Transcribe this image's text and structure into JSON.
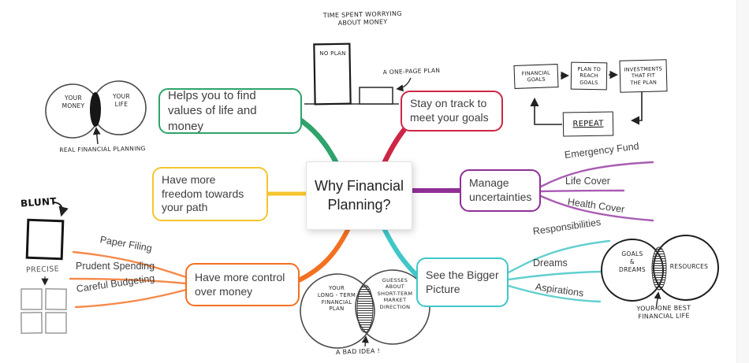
{
  "palette": {
    "green": "#2ea36b",
    "red": "#cd2646",
    "yellow": "#f6c52f",
    "purple": "#8f2f96",
    "orange": "#f37021",
    "teal": "#3fc7c9",
    "text": "#3f3f3f"
  },
  "center": {
    "title": "Why Financial\nPlanning?"
  },
  "branches": [
    {
      "label": "Helps you to find values of life and money"
    },
    {
      "label": "Stay on track to meet your goals"
    },
    {
      "label": "Have more freedom towards your path"
    },
    {
      "label": "Manage uncertainties",
      "children": [
        "Emergency Fund",
        "Life Cover",
        "Health Cover"
      ]
    },
    {
      "label": "Have more control over money",
      "children": [
        "Paper Filing",
        "Prudent Spending",
        "Careful Budgeting"
      ]
    },
    {
      "label": "See the Bigger Picture",
      "children": [
        "Responsibilities",
        "Dreams",
        "Aspirations"
      ]
    }
  ],
  "sketches": {
    "money_life_venn": {
      "left": "YOUR\nMONEY",
      "right": "YOUR\nLIFE",
      "caption": "REAL FINANCIAL PLANNING"
    },
    "worry_chart": {
      "title": "TIME SPENT WORRYING\nABOUT MONEY",
      "tall_bar": "NO PLAN",
      "short_bar": "A ONE-PAGE PLAN"
    },
    "goals_loop": {
      "step1": "FINANCIAL\nGOALS",
      "step2": "PLAN TO\nREACH\nGOALS",
      "step3": "INVESTMENTS\nTHAT FIT\nTHE PLAN",
      "loop": "REPEAT"
    },
    "blunt_precise": {
      "blunt": "BLUNT",
      "precise": "PRECISE"
    },
    "plan_vs_market_venn": {
      "left": "YOUR\nLONG - TERM\nFINANCIAL\nPLAN",
      "right": "GUESSES\nABOUT\nSHORT-TERM\nMARKET\nDIRECTION",
      "caption": "A BAD IDEA !"
    },
    "goals_resources_venn": {
      "left": "GOALS\n&\nDREAMS",
      "right": "RESOURCES",
      "caption": "YOUR ONE BEST\nFINANCIAL LIFE"
    }
  }
}
